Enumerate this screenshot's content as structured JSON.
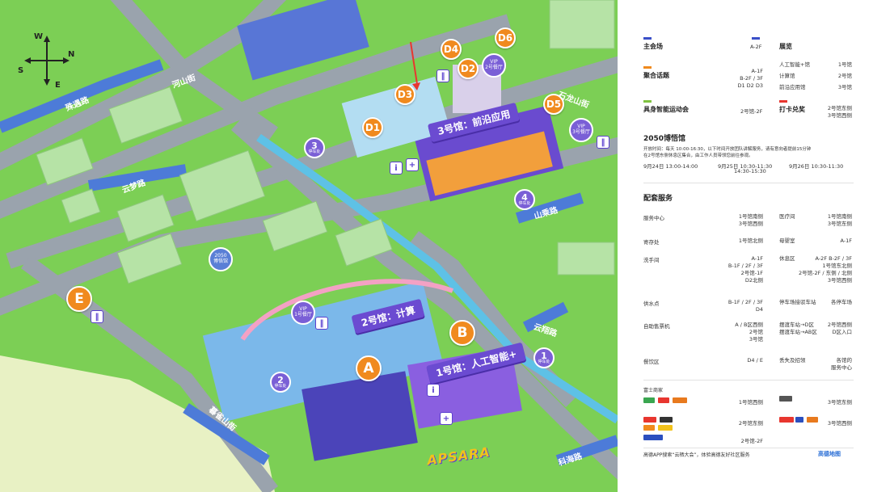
{
  "map": {
    "compass": {
      "n": "N",
      "s": "S",
      "e": "E",
      "w": "W"
    },
    "roads": [
      "河山街",
      "石龙山街",
      "云梦路",
      "山乘路",
      "云翔路",
      "暮雀山街",
      "科海路",
      "殊遇路"
    ],
    "halls": {
      "hall1": "1号馆：人工智能+",
      "hall2": "2号馆：计算",
      "hall3": "3号馆：前沿应用"
    },
    "pins_letters": [
      "A",
      "B",
      "E"
    ],
    "pins_d": [
      "D1",
      "D2",
      "D3",
      "D4",
      "D5",
      "D6"
    ],
    "circles": [
      {
        "num": "1",
        "sub": "停车处"
      },
      {
        "num": "2",
        "sub": "停车处"
      },
      {
        "num": "3",
        "sub": "停车处"
      },
      {
        "num": "4",
        "sub": "停车处"
      }
    ],
    "vip": [
      {
        "line1": "VIP",
        "line2": "1号餐厅"
      },
      {
        "line1": "VIP",
        "line2": "2号餐厅"
      },
      {
        "line1": "VIP",
        "line2": "3号餐厅"
      }
    ],
    "museum": {
      "line1": "2050",
      "line2": "博悟馆"
    },
    "logo": "APSARA"
  },
  "legend": {
    "top": [
      {
        "name": "主会场",
        "value": "A-2F",
        "color": "#3a4fc8"
      },
      {
        "name": "展览",
        "value": "",
        "color": "#3a4fc8"
      },
      {
        "name": "聚合话题",
        "value": "A-1F\nB-2F / 3F\nD1  D2  D3",
        "color": "#f08a1e"
      },
      {
        "name": "具身智能运动会",
        "value": "2号馆-2F",
        "color": "#7fc241"
      },
      {
        "name": "打卡兑奖",
        "value": "2号馆东侧\n3号馆西侧",
        "color": "#e8362f"
      }
    ],
    "exhibits": [
      {
        "name": "人工智能+馆",
        "value": "1号馆"
      },
      {
        "name": "计算馆",
        "value": "2号馆"
      },
      {
        "name": "前沿应用馆",
        "value": "3号馆"
      }
    ],
    "museum": {
      "title": "2050博悟馆",
      "desc1": "开放时间：每天 10:00-16:30，以下时间开放团队讲解服务，请有意向者提前15分钟",
      "desc2": "在2号馆东侧休息区集合，由工作人员带领您前往参观。",
      "t1": "9月24日 13:00-14:00",
      "t2a": "9月25日 10:30-11:30",
      "t2b": "14:30-15:30",
      "t3": "9月26日 10:30-11:30"
    },
    "services_title": "配套服务",
    "services": [
      {
        "n1": "服务中心",
        "v1": "1号馆南侧\n3号馆西侧",
        "n2": "医疗间",
        "v2": "1号馆南侧\n3号馆东侧"
      },
      {
        "n1": "寄存处",
        "v1": "1号馆北侧",
        "n2": "母婴室",
        "v2": "A-1F"
      },
      {
        "n1": "洗手间",
        "v1": "A-1F\nB-1F / 2F / 3F\n2号馆-1F\nD2北侧",
        "n2": "休息区",
        "v2": "A-2F  B-2F / 3F\n1号馆东北侧\n2号馆-2F / 东侧 / 北侧\n3号馆西侧"
      },
      {
        "n1": "供水点",
        "v1": "B-1F / 2F / 3F\nD4",
        "n2": "停车场接驳车站",
        "v2": "各停车场"
      },
      {
        "n1": "自助售票机",
        "v1": "A / B区西侧\n2号馆\n3号馆",
        "n2": "摆渡车站→D区\n摆渡车站→AB区",
        "v2": "2号馆西侧\nD区入口"
      },
      {
        "n1": "餐饮区",
        "v1": "D4 / E",
        "n2": "丢失及招领",
        "v2": "各馆的\n服务中心"
      }
    ],
    "sponsor_title": "富士商家",
    "sponsors": [
      {
        "v1": "1号馆西侧",
        "v2": "3号馆东侧"
      },
      {
        "v1": "2号馆东侧",
        "v2": "3号馆西侧"
      },
      {
        "v1": "2号馆-2F",
        "v2": ""
      }
    ],
    "footer": "高德APP搜索“云栖大会”，体验高德友好社区服务",
    "footer_brand": "高德地图"
  }
}
